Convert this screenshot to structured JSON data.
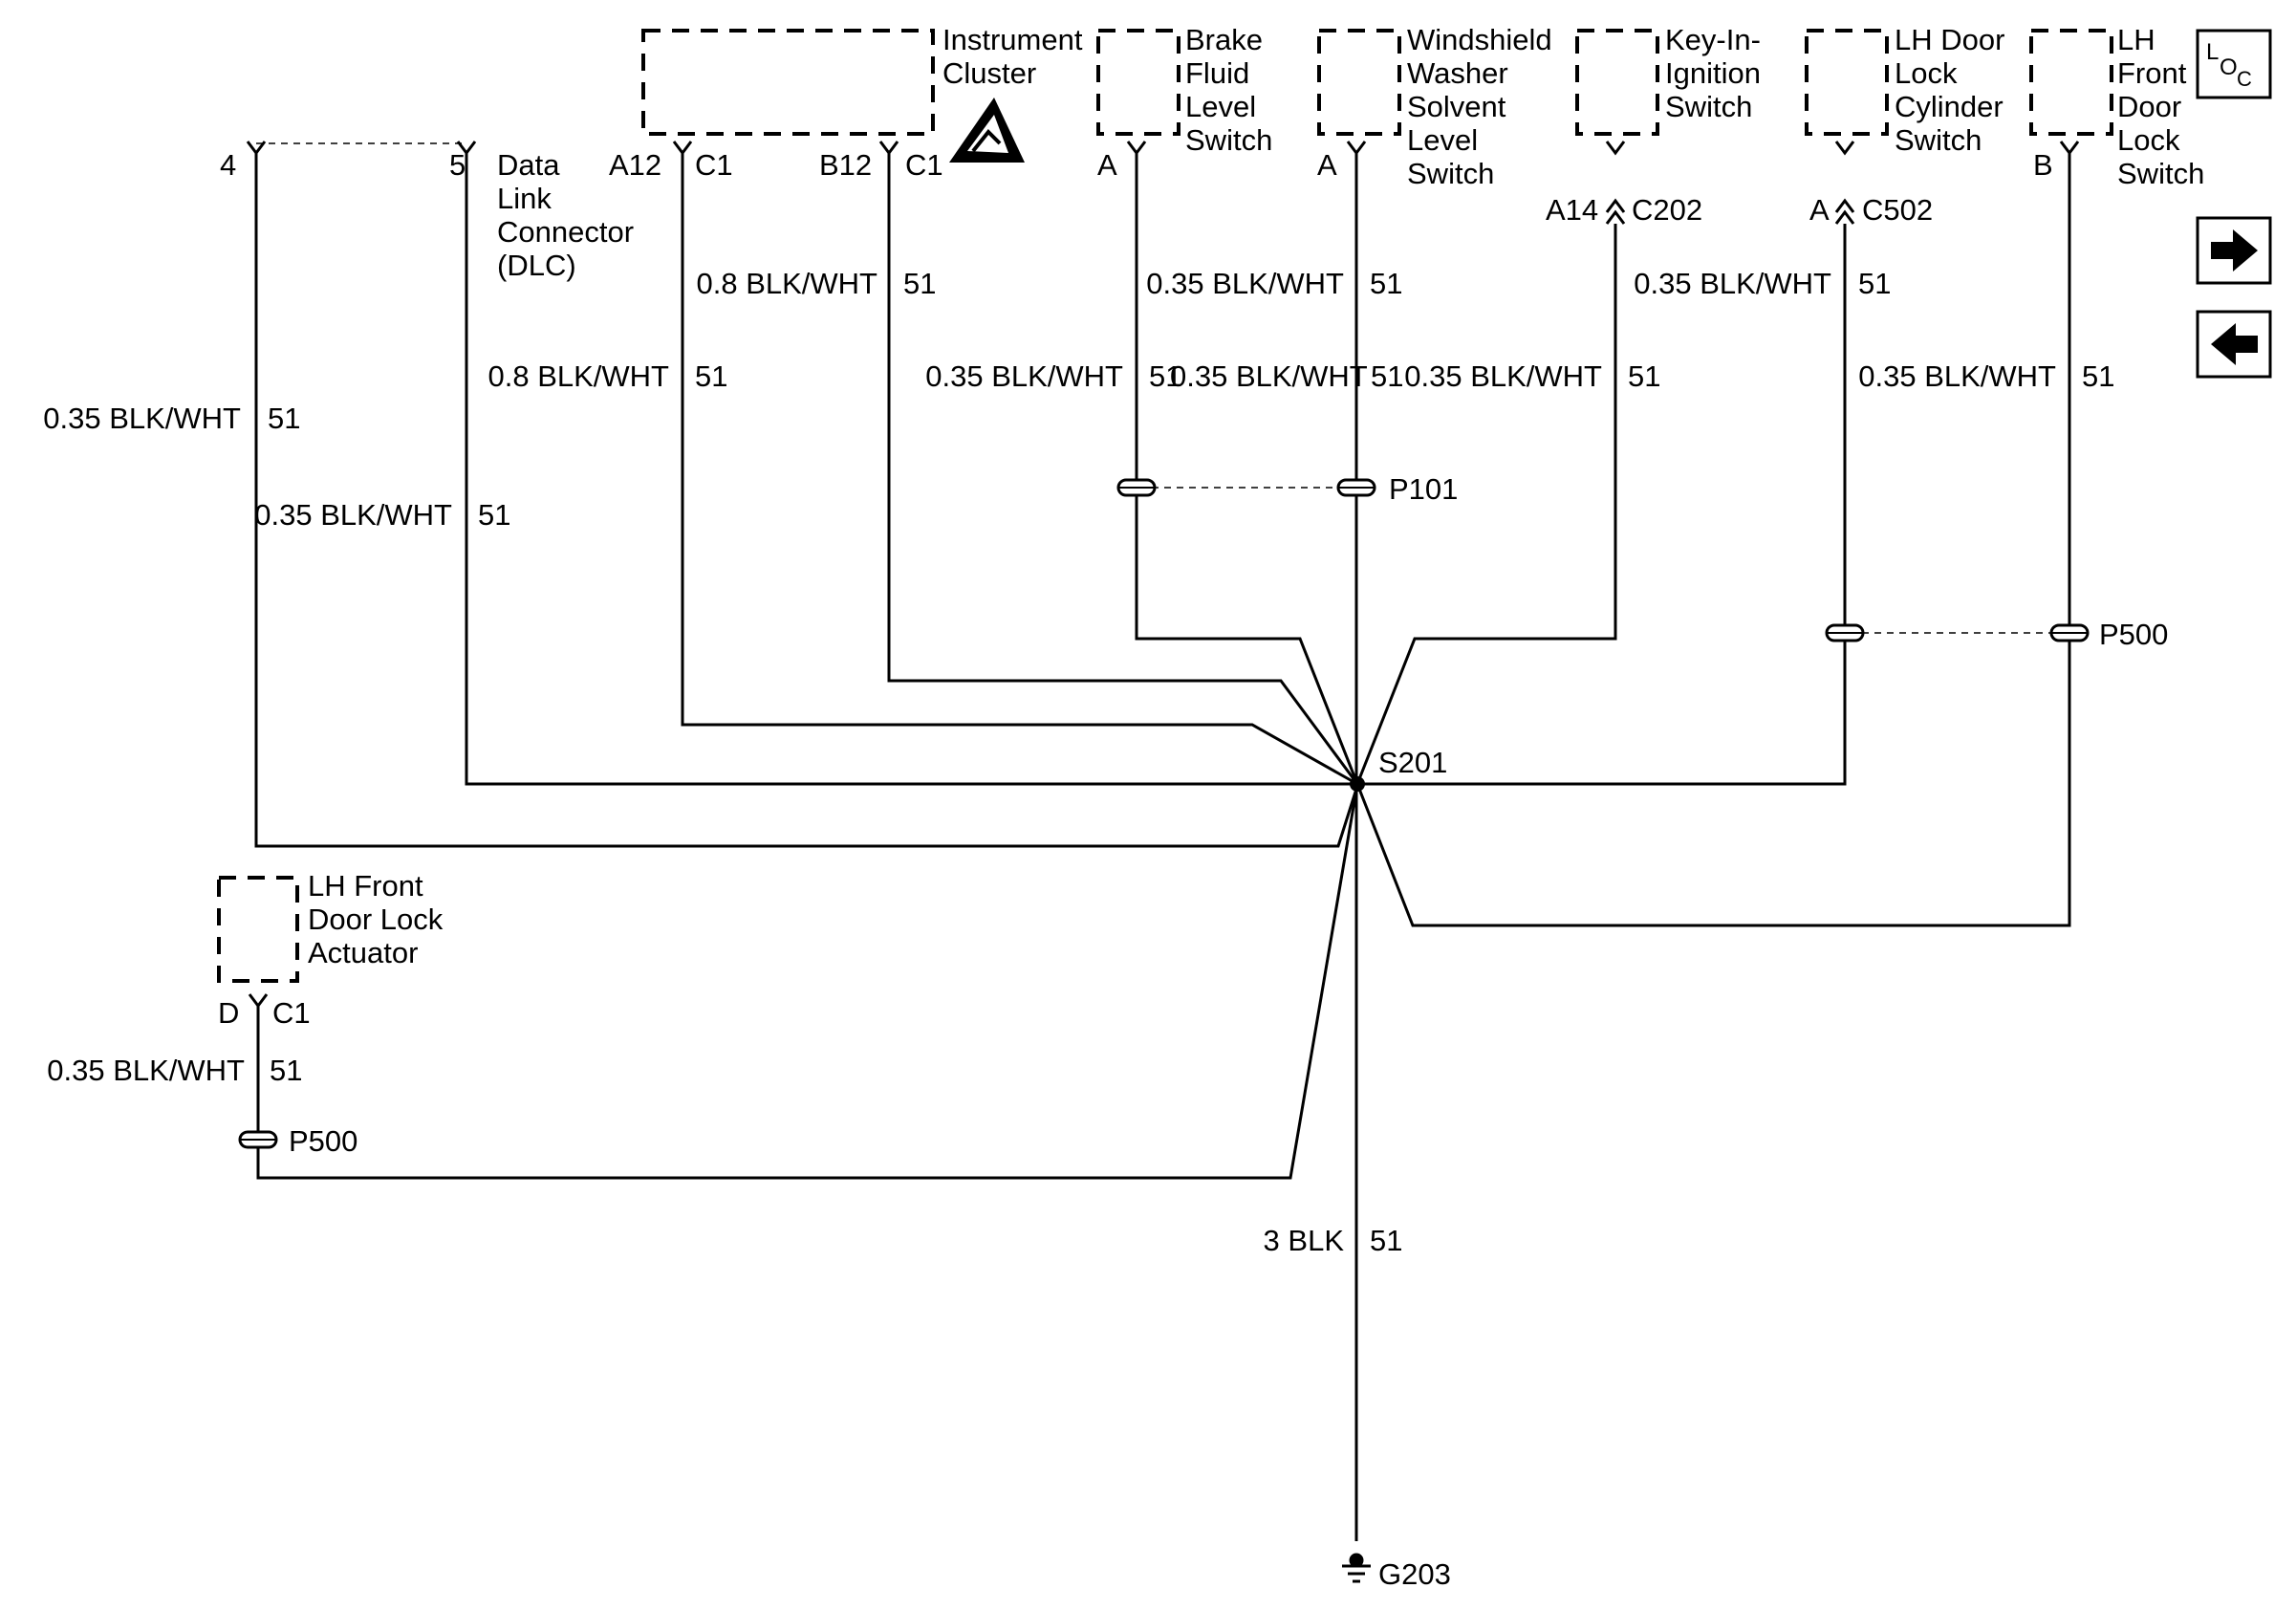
{
  "components": {
    "instrument_cluster": [
      "Instrument",
      "Cluster"
    ],
    "brake_fluid": [
      "Brake",
      "Fluid",
      "Level",
      "Switch"
    ],
    "washer": [
      "Windshield",
      "Washer",
      "Solvent",
      "Level",
      "Switch"
    ],
    "key_in": [
      "Key-In-",
      "Ignition",
      "Switch"
    ],
    "lh_door_cyl": [
      "LH Door",
      "Lock",
      "Cylinder",
      "Switch"
    ],
    "lh_front_door": [
      "LH",
      "Front",
      "Door",
      "Lock",
      "Switch"
    ],
    "dlc": [
      "Data",
      "Link",
      "Connector",
      "(DLC)"
    ],
    "door_actuator": [
      "LH Front",
      "Door Lock",
      "Actuator"
    ]
  },
  "pins": {
    "dlc_4": "4",
    "dlc_5": "5",
    "ic_a12": "A12",
    "ic_c1a": "C1",
    "ic_b12": "B12",
    "ic_c1b": "C1",
    "brake_a": "A",
    "washer_a": "A",
    "key_a14": "A14",
    "key_c202": "C202",
    "cyl_a": "A",
    "cyl_c502": "C502",
    "front_b": "B",
    "act_d": "D",
    "act_c1": "C1"
  },
  "wires": {
    "w_dlc4": {
      "gauge": "0.35 BLK/WHT",
      "circuit": "51"
    },
    "w_dlc5": {
      "gauge": "0.35 BLK/WHT",
      "circuit": "51"
    },
    "w_a12": {
      "gauge": "0.8 BLK/WHT",
      "circuit": "51"
    },
    "w_b12": {
      "gauge": "0.8 BLK/WHT",
      "circuit": "51"
    },
    "w_brake": {
      "gauge": "0.35 BLK/WHT",
      "circuit": "51"
    },
    "w_pre_brake": {
      "gauge": "0.35 BLK/WHT",
      "circuit": "51"
    },
    "w_washer": {
      "gauge": "0.35 BLK/WHT",
      "circuit": "51"
    },
    "w_pre_washer": {
      "gauge": "0.35 BLK/WHT",
      "circuit": "51"
    },
    "w_key": {
      "gauge": "0.35 BLK/WHT",
      "circuit": "51"
    },
    "w_pre_cyl": {
      "gauge": "0.35 BLK/WHT",
      "circuit": "51"
    },
    "w_actuator": {
      "gauge": "0.35 BLK/WHT",
      "circuit": "51"
    },
    "w_ground": {
      "gauge": "3 BLK",
      "circuit": "51"
    }
  },
  "connectors": {
    "p101": "P101",
    "p500_right": "P500",
    "p500_left": "P500"
  },
  "splice": "S201",
  "ground": "G203",
  "loc_badge": {
    "l": "L",
    "o": "O",
    "c": "C"
  },
  "nav": {
    "next_icon": "right-arrow",
    "prev_icon": "left-arrow"
  }
}
